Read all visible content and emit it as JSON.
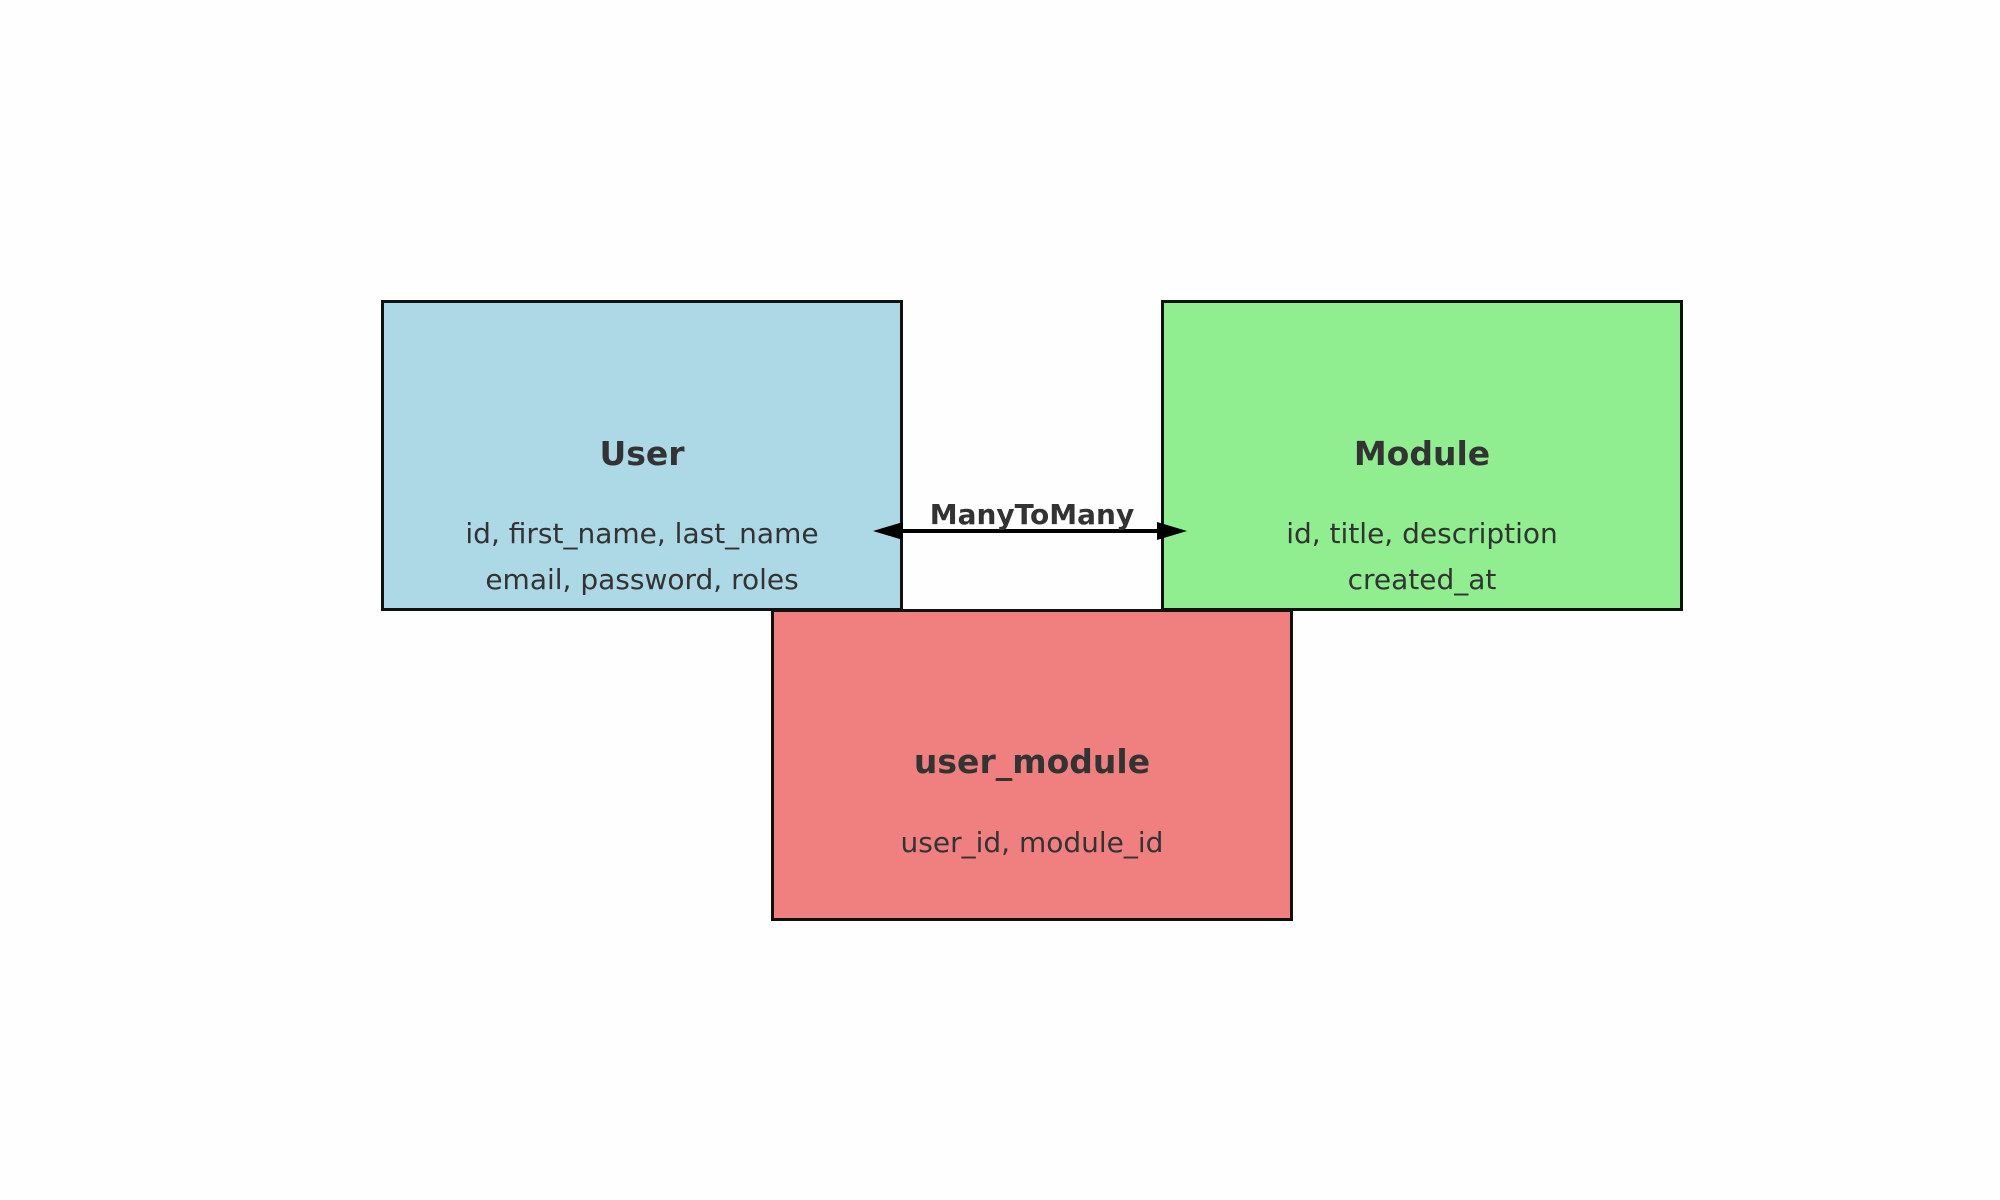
{
  "entities": {
    "user": {
      "title": "User",
      "fields": [
        "id, first_name, last_name",
        "email, password, roles"
      ],
      "fill": "#add8e6"
    },
    "module": {
      "title": "Module",
      "fields": [
        "id, title, description",
        "created_at"
      ],
      "fill": "#90ee90"
    },
    "user_module": {
      "title": "user_module",
      "fields": [
        "user_id, module_id"
      ],
      "fill": "#f08080"
    }
  },
  "relationship": {
    "label": "ManyToMany",
    "from": "user",
    "to": "module",
    "direction": "bidirectional"
  },
  "colors": {
    "border": "#111111",
    "text": "#333333",
    "arrow": "#000000",
    "background": "#fefefe"
  }
}
